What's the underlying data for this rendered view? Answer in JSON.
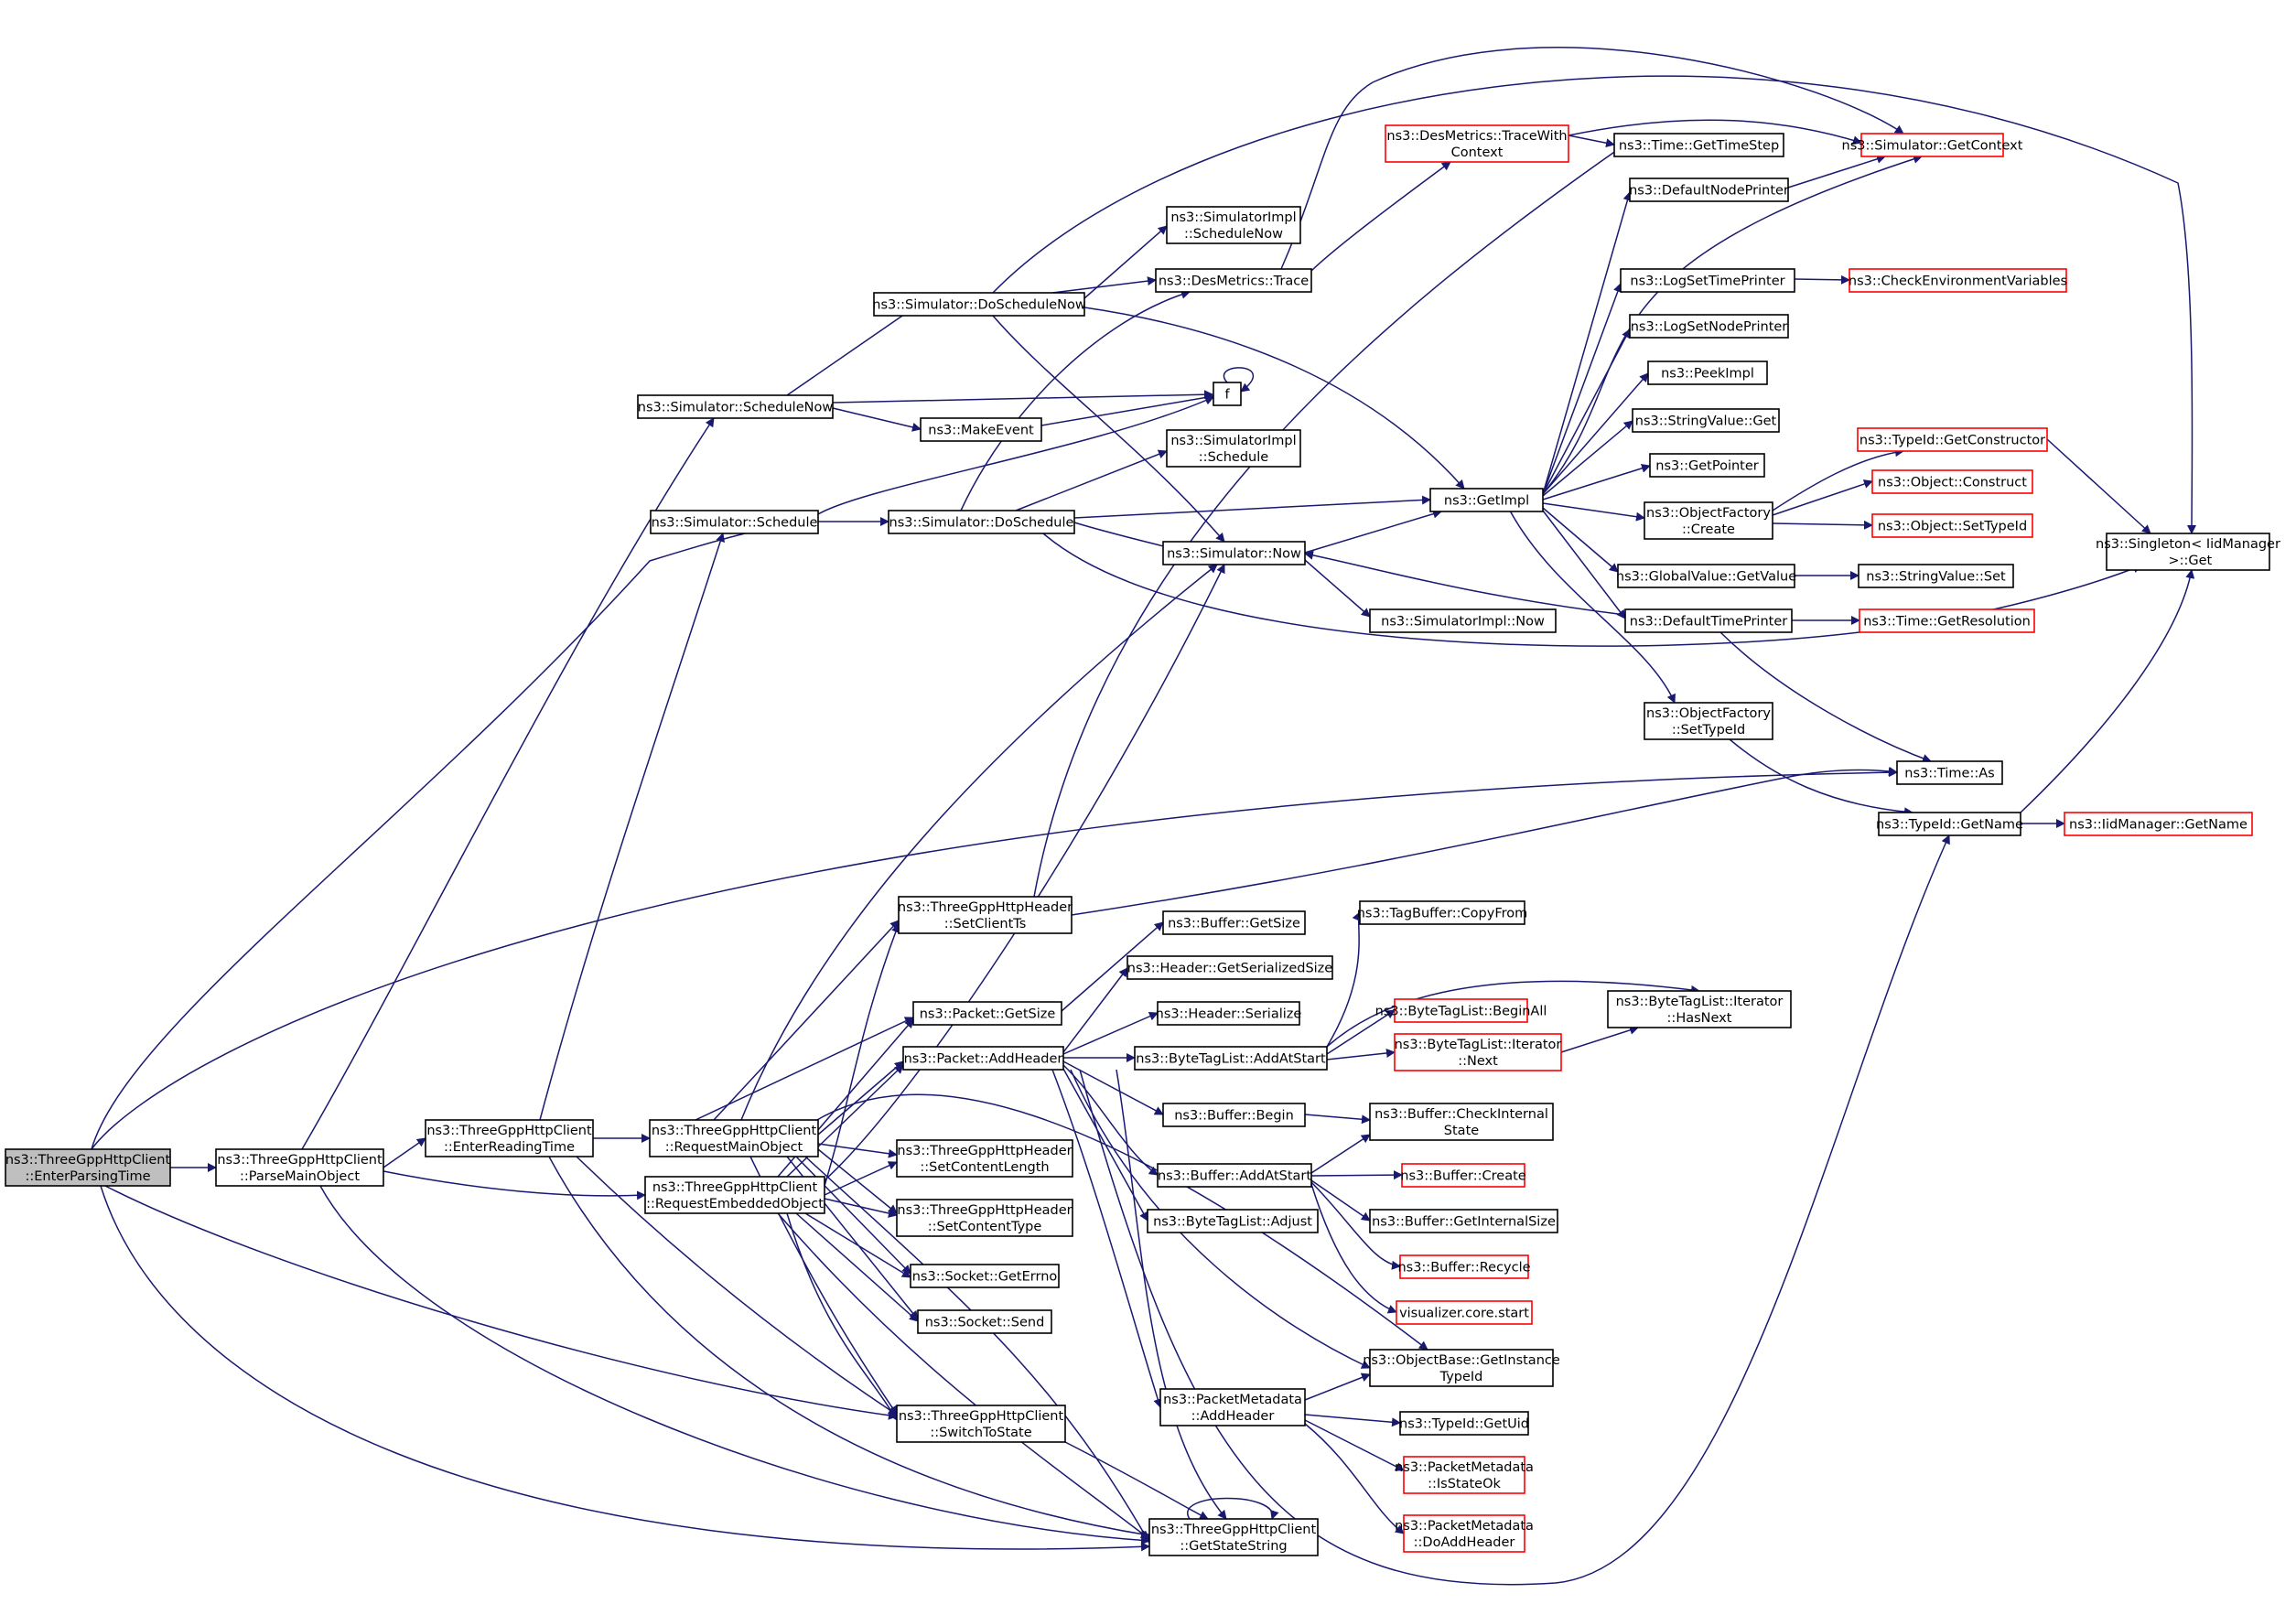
{
  "colors": {
    "edge": "#191970",
    "border": "#000000",
    "border_red": "#ff0000",
    "fill": "#ffffff",
    "fill_root": "#bfbfbf",
    "text": "#000000"
  },
  "nodes": [
    {
      "id": "root",
      "lines": [
        "ns3::ThreeGppHttpClient",
        "::EnterParsingTime"
      ],
      "style": "root"
    },
    {
      "id": "parse",
      "lines": [
        "ns3::ThreeGppHttpClient",
        "::ParseMainObject"
      ],
      "style": "normal"
    },
    {
      "id": "enterread",
      "lines": [
        "ns3::ThreeGppHttpClient",
        "::EnterReadingTime"
      ],
      "style": "normal"
    },
    {
      "id": "reqmain",
      "lines": [
        "ns3::ThreeGppHttpClient",
        "::RequestMainObject"
      ],
      "style": "normal"
    },
    {
      "id": "reqemb",
      "lines": [
        "ns3::ThreeGppHttpClient",
        "::RequestEmbeddedObject"
      ],
      "style": "normal"
    },
    {
      "id": "schednow",
      "lines": [
        "ns3::Simulator::ScheduleNow"
      ],
      "style": "normal"
    },
    {
      "id": "sched",
      "lines": [
        "ns3::Simulator::Schedule"
      ],
      "style": "normal"
    },
    {
      "id": "doschednow",
      "lines": [
        "ns3::Simulator::DoScheduleNow"
      ],
      "style": "normal"
    },
    {
      "id": "dosched",
      "lines": [
        "ns3::Simulator::DoSchedule"
      ],
      "style": "normal"
    },
    {
      "id": "makeevent",
      "lines": [
        "ns3::MakeEvent"
      ],
      "style": "normal"
    },
    {
      "id": "f",
      "lines": [
        "f"
      ],
      "style": "normal"
    },
    {
      "id": "implschednow",
      "lines": [
        "ns3::SimulatorImpl",
        "::ScheduleNow"
      ],
      "style": "normal"
    },
    {
      "id": "implsched",
      "lines": [
        "ns3::SimulatorImpl",
        "::Schedule"
      ],
      "style": "normal"
    },
    {
      "id": "desmetrics",
      "lines": [
        "ns3::DesMetrics::Trace"
      ],
      "style": "normal"
    },
    {
      "id": "tracewith",
      "lines": [
        "ns3::DesMetrics::TraceWith",
        "Context"
      ],
      "style": "red"
    },
    {
      "id": "gettimestep",
      "lines": [
        "ns3::Time::GetTimeStep"
      ],
      "style": "normal"
    },
    {
      "id": "getcontext",
      "lines": [
        "ns3::Simulator::GetContext"
      ],
      "style": "red"
    },
    {
      "id": "defnodeprinter",
      "lines": [
        "ns3::DefaultNodePrinter"
      ],
      "style": "normal"
    },
    {
      "id": "logsettime",
      "lines": [
        "ns3::LogSetTimePrinter"
      ],
      "style": "normal"
    },
    {
      "id": "checkenv",
      "lines": [
        "ns3::CheckEnvironmentVariables"
      ],
      "style": "red"
    },
    {
      "id": "logsetnode",
      "lines": [
        "ns3::LogSetNodePrinter"
      ],
      "style": "normal"
    },
    {
      "id": "peekimpl",
      "lines": [
        "ns3::PeekImpl"
      ],
      "style": "normal"
    },
    {
      "id": "strvalget",
      "lines": [
        "ns3::StringValue::Get"
      ],
      "style": "normal"
    },
    {
      "id": "getpointer",
      "lines": [
        "ns3::GetPointer"
      ],
      "style": "normal"
    },
    {
      "id": "getimpl",
      "lines": [
        "ns3::GetImpl"
      ],
      "style": "normal"
    },
    {
      "id": "objfcreate",
      "lines": [
        "ns3::ObjectFactory",
        "::Create"
      ],
      "style": "normal"
    },
    {
      "id": "getconstructor",
      "lines": [
        "ns3::TypeId::GetConstructor"
      ],
      "style": "red"
    },
    {
      "id": "objconstruct",
      "lines": [
        "ns3::Object::Construct"
      ],
      "style": "red"
    },
    {
      "id": "objsettypeid",
      "lines": [
        "ns3::Object::SetTypeId"
      ],
      "style": "red"
    },
    {
      "id": "singleton",
      "lines": [
        "ns3::Singleton< IidManager",
        " >::Get"
      ],
      "style": "normal"
    },
    {
      "id": "globalvalue",
      "lines": [
        "ns3::GlobalValue::GetValue"
      ],
      "style": "normal"
    },
    {
      "id": "strvalset",
      "lines": [
        "ns3::StringValue::Set"
      ],
      "style": "normal"
    },
    {
      "id": "simnow",
      "lines": [
        "ns3::Simulator::Now"
      ],
      "style": "normal"
    },
    {
      "id": "implnow",
      "lines": [
        "ns3::SimulatorImpl::Now"
      ],
      "style": "normal"
    },
    {
      "id": "deftimeprinter",
      "lines": [
        "ns3::DefaultTimePrinter"
      ],
      "style": "normal"
    },
    {
      "id": "getresolution",
      "lines": [
        "ns3::Time::GetResolution"
      ],
      "style": "red"
    },
    {
      "id": "objfsettypeid",
      "lines": [
        "ns3::ObjectFactory",
        "::SetTypeId"
      ],
      "style": "normal"
    },
    {
      "id": "timeas",
      "lines": [
        "ns3::Time::As"
      ],
      "style": "normal"
    },
    {
      "id": "typeidgetname",
      "lines": [
        "ns3::TypeId::GetName"
      ],
      "style": "normal"
    },
    {
      "id": "iidgetname",
      "lines": [
        "ns3::IidManager::GetName"
      ],
      "style": "red"
    },
    {
      "id": "setclientts",
      "lines": [
        "ns3::ThreeGppHttpHeader",
        "::SetClientTs"
      ],
      "style": "normal"
    },
    {
      "id": "buffergetsize",
      "lines": [
        "ns3::Buffer::GetSize"
      ],
      "style": "normal"
    },
    {
      "id": "hdrgetser",
      "lines": [
        "ns3::Header::GetSerializedSize"
      ],
      "style": "normal"
    },
    {
      "id": "hdrser",
      "lines": [
        "ns3::Header::Serialize"
      ],
      "style": "normal"
    },
    {
      "id": "pktgetsize",
      "lines": [
        "ns3::Packet::GetSize"
      ],
      "style": "normal"
    },
    {
      "id": "pktaddheader",
      "lines": [
        "ns3::Packet::AddHeader"
      ],
      "style": "normal"
    },
    {
      "id": "tagcopy",
      "lines": [
        "ns3::TagBuffer::CopyFrom"
      ],
      "style": "normal"
    },
    {
      "id": "btlbeginall",
      "lines": [
        "ns3::ByteTagList::BeginAll"
      ],
      "style": "red"
    },
    {
      "id": "btladdstart",
      "lines": [
        "ns3::ByteTagList::AddAtStart"
      ],
      "style": "normal"
    },
    {
      "id": "btlitnext",
      "lines": [
        "ns3::ByteTagList::Iterator",
        "::Next"
      ],
      "style": "red"
    },
    {
      "id": "btlithasnext",
      "lines": [
        "ns3::ByteTagList::Iterator",
        "::HasNext"
      ],
      "style": "normal"
    },
    {
      "id": "bufbegin",
      "lines": [
        "ns3::Buffer::Begin"
      ],
      "style": "normal"
    },
    {
      "id": "bufcheck",
      "lines": [
        "ns3::Buffer::CheckInternal",
        "State"
      ],
      "style": "normal"
    },
    {
      "id": "bufaddstart",
      "lines": [
        "ns3::Buffer::AddAtStart"
      ],
      "style": "normal"
    },
    {
      "id": "bufcreate",
      "lines": [
        "ns3::Buffer::Create"
      ],
      "style": "red"
    },
    {
      "id": "bufinternal",
      "lines": [
        "ns3::Buffer::GetInternalSize"
      ],
      "style": "normal"
    },
    {
      "id": "btladjust",
      "lines": [
        "ns3::ByteTagList::Adjust"
      ],
      "style": "normal"
    },
    {
      "id": "bufrecycle",
      "lines": [
        "ns3::Buffer::Recycle"
      ],
      "style": "red"
    },
    {
      "id": "visstart",
      "lines": [
        "visualizer.core.start"
      ],
      "style": "red"
    },
    {
      "id": "setcontentlen",
      "lines": [
        "ns3::ThreeGppHttpHeader",
        "::SetContentLength"
      ],
      "style": "normal"
    },
    {
      "id": "setcontenttype",
      "lines": [
        "ns3::ThreeGppHttpHeader",
        "::SetContentType"
      ],
      "style": "normal"
    },
    {
      "id": "sockerrno",
      "lines": [
        "ns3::Socket::GetErrno"
      ],
      "style": "normal"
    },
    {
      "id": "socksend",
      "lines": [
        "ns3::Socket::Send"
      ],
      "style": "normal"
    },
    {
      "id": "objbaseinst",
      "lines": [
        "ns3::ObjectBase::GetInstance",
        "TypeId"
      ],
      "style": "normal"
    },
    {
      "id": "switchstate",
      "lines": [
        "ns3::ThreeGppHttpClient",
        "::SwitchToState"
      ],
      "style": "normal"
    },
    {
      "id": "pmaddheader",
      "lines": [
        "ns3::PacketMetadata",
        "::AddHeader"
      ],
      "style": "normal"
    },
    {
      "id": "typeidgetuid",
      "lines": [
        "ns3::TypeId::GetUid"
      ],
      "style": "normal"
    },
    {
      "id": "pmisstateok",
      "lines": [
        "ns3::PacketMetadata",
        "::IsStateOk"
      ],
      "style": "red"
    },
    {
      "id": "pmdoadd",
      "lines": [
        "ns3::PacketMetadata",
        "::DoAddHeader"
      ],
      "style": "red"
    },
    {
      "id": "getstatestr",
      "lines": [
        "ns3::ThreeGppHttpClient",
        "::GetStateString"
      ],
      "style": "normal"
    }
  ]
}
